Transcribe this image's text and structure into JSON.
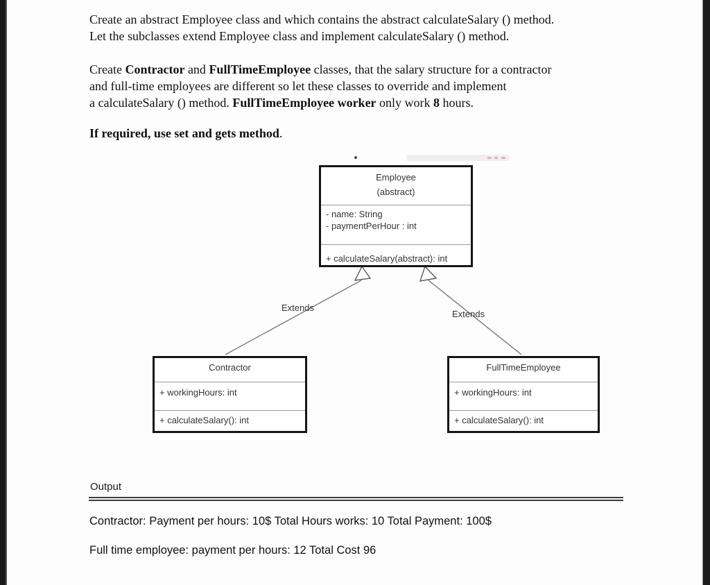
{
  "document": {
    "paragraph1": {
      "line1": "Create an abstract Employee class and which contains the abstract calculateSalary () method.",
      "line2": "Let the subclasses extend Employee class and implement calculateSalary () method."
    },
    "paragraph2": {
      "l1_r1": "Create ",
      "l1_b1": "Contractor",
      "l1_r2": " and ",
      "l1_b2": "FullTimeEmployee",
      "l1_r3": " classes, that the salary structure for a contractor",
      "l2": "and full-time employees are different so let these classes to override and implement",
      "l3_r1": "a calculateSalary () method. ",
      "l3_b1": "FullTimeEmployee worker",
      "l3_r2": " only work ",
      "l3_b2": "8",
      "l3_r3": " hours."
    },
    "paragraph3": {
      "bold": "If required, use set and gets method",
      "tail": "."
    }
  },
  "diagram": {
    "employee": {
      "title": "Employee",
      "stereotype": "(abstract)",
      "attributes": [
        "- name: String",
        "- paymentPerHour : int"
      ],
      "methods": [
        "+ calculateSalary(abstract): int"
      ]
    },
    "contractor": {
      "title": "Contractor",
      "attributes": [
        "+ workingHours: int"
      ],
      "methods": [
        "+ calculateSalary(): int"
      ]
    },
    "fulltime": {
      "title": "FullTimeEmployee",
      "attributes": [
        "+ workingHours: int"
      ],
      "methods": [
        "+ calculateSalary(): int"
      ]
    },
    "extends_left": "Extends",
    "extends_right": "Extends"
  },
  "output": {
    "label": "Output",
    "line1": "Contractor: Payment per hours: 10$ Total Hours works: 10 Total Payment: 100$",
    "line2": "Full time employee: payment per hours: 12 Total Cost 96"
  },
  "colors": {
    "edge_bar": "#1b1b1b",
    "box_border": "#151515",
    "diagram_ink": "#333333",
    "arrow": "#777777",
    "rule": "#3a3a3a",
    "ink": "#101010"
  }
}
